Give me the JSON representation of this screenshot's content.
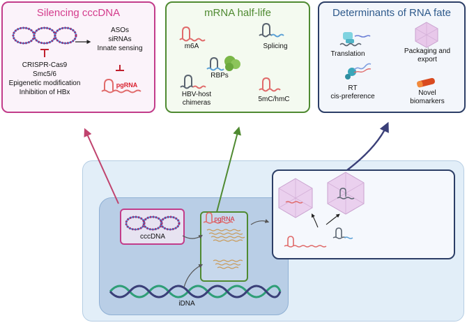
{
  "panels": {
    "silencing": {
      "title": "Silencing cccDNA",
      "title_color": "#d43c8c",
      "border_color": "#c23c8a",
      "fill_color": "#fbf3fa",
      "interventions": [
        "CRISPR-Cas9",
        "Smc5/6",
        "Epigenetic modification",
        "Inhibition of HBx"
      ],
      "agents": [
        "ASOs",
        "siRNAs",
        "Innate sensing"
      ],
      "pgrna_label": "pgRNA",
      "pgrna_color": "#d9202e"
    },
    "half_life": {
      "title": "mRNA half-life",
      "title_color": "#4f8a31",
      "border_color": "#4f8a31",
      "fill_color": "#f4faf0",
      "labels": {
        "m6a": "m6A",
        "splicing": "Splicing",
        "rbps": "RBPs",
        "chimeras": "HBV-host\nchimeras",
        "mod": "5mC/hmC"
      }
    },
    "fate": {
      "title": "Determinants of RNA fate",
      "title_color": "#2f5b8c",
      "border_color": "#2c3e66",
      "fill_color": "#f3f6fb",
      "labels": {
        "translation": "Translation",
        "packaging": "Packaging and\nexport",
        "rt": "RT\ncis-preference",
        "novel": "Novel\nbiomarkers"
      }
    }
  },
  "cell": {
    "cccdna_label": "cccDNA",
    "pgrna_label": "pgRNA",
    "pgrna_color": "#d9202e",
    "idna_label": "iDNA",
    "outer_fill": "#e2eef8",
    "nucleus_fill": "#b9cee6",
    "cccdna_border": "#c23c8a",
    "rna_box_border": "#4f8a31",
    "fate_box_border": "#2c3e66"
  },
  "arrows": {
    "to_silencing": "#c0436e",
    "to_half_life": "#4f8a31",
    "to_fate": "#3a3f78"
  }
}
